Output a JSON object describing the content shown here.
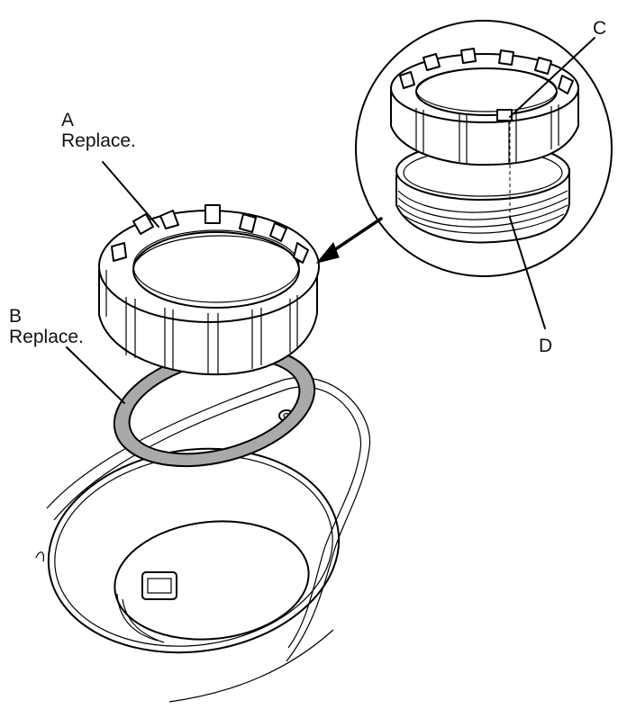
{
  "labels": {
    "a": {
      "letter": "A",
      "text": "Replace."
    },
    "b": {
      "letter": "B",
      "text": "Replace."
    },
    "c": {
      "letter": "C"
    },
    "d": {
      "letter": "D"
    }
  },
  "colors": {
    "gasket_fill": "#a9a9a9",
    "line": "#000000",
    "background": "#ffffff"
  }
}
